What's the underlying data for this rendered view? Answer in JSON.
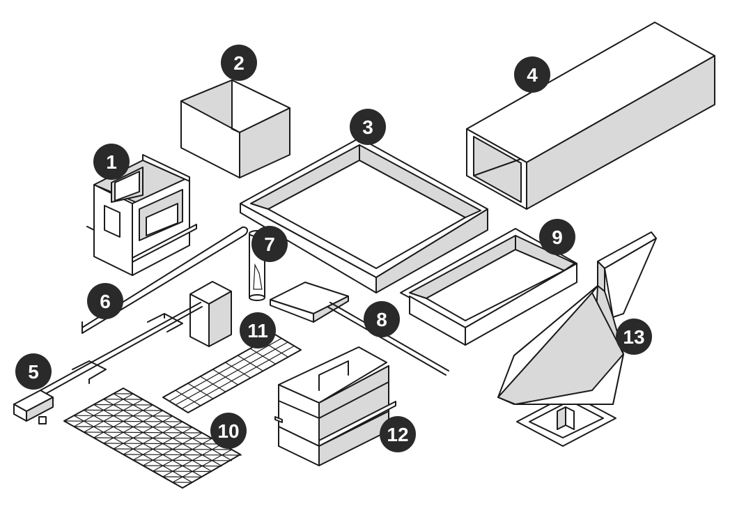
{
  "badges": [
    "1",
    "2",
    "3",
    "4",
    "5",
    "6",
    "7",
    "8",
    "9",
    "10",
    "11",
    "12",
    "13"
  ],
  "colors": {
    "line": "#1a1a1a",
    "shade": "#d9d9d9",
    "badge": "#2a2a2a",
    "badge_text": "#ffffff",
    "background": "#ffffff"
  }
}
